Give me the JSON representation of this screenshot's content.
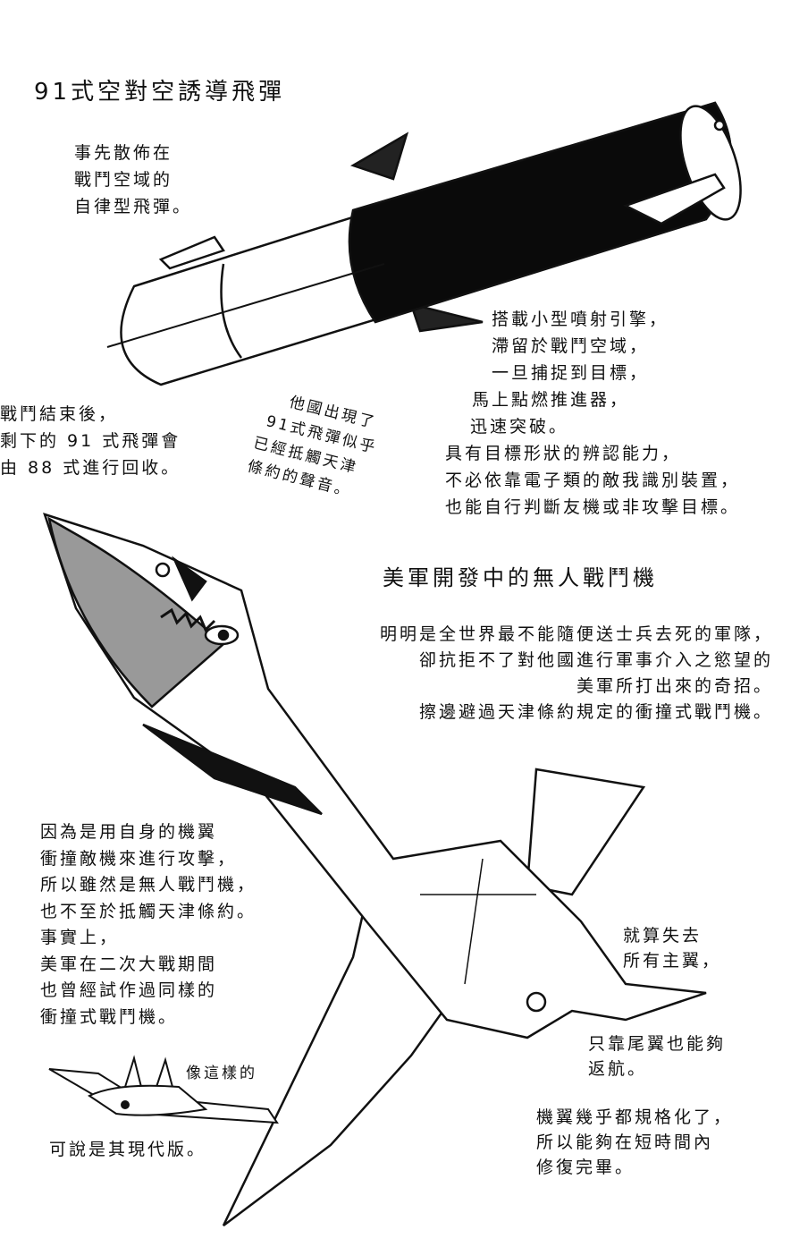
{
  "missile_section": {
    "title": "91式空對空誘導飛彈",
    "intro": [
      "事先散佈在",
      "戰鬥空域的",
      "自律型飛彈。"
    ],
    "features": [
      "搭載小型噴射引擎，",
      "滯留於戰鬥空域，",
      "一旦捕捉到目標，",
      "馬上點燃推進器，",
      "迅速突破。",
      "具有目標形狀的辨認能力，",
      "不必依靠電子類的敵我識別裝置，",
      "也能自行判斷友機或非攻擊目標。"
    ],
    "recovery": [
      "戰鬥結束後，",
      "剩下的 91 式飛彈會",
      "由 88 式進行回收。"
    ],
    "rumor": [
      "他國出現了",
      "91式飛彈似乎",
      "已經抵觸天津",
      "條約的聲音。"
    ]
  },
  "drone_section": {
    "title": "美軍開發中的無人戰鬥機",
    "intro": [
      "明明是全世界最不能隨便送士兵去死的軍隊，",
      "卻抗拒不了對他國進行軍事介入之慾望的",
      "美軍所打出來的奇招。",
      "擦邊避過天津條約規定的衝撞式戰鬥機。"
    ],
    "ramming": [
      "因為是用自身的機翼",
      "衝撞敵機來進行攻擊，",
      "所以雖然是無人戰鬥機，",
      "也不至於抵觸天津條約。",
      "事實上，",
      "美軍在二次大戰期間",
      "也曾經試作過同樣的",
      "衝撞式戰鬥機。"
    ],
    "like_this": "像這樣的",
    "modern_version": "可說是其現代版。",
    "wings_lost": [
      "就算失去",
      "所有主翼，"
    ],
    "tail_return": [
      "只靠尾翼也能夠",
      "返航。"
    ],
    "standardized": [
      "機翼幾乎都規格化了，",
      "所以能夠在短時間內",
      "修復完畢。"
    ]
  }
}
